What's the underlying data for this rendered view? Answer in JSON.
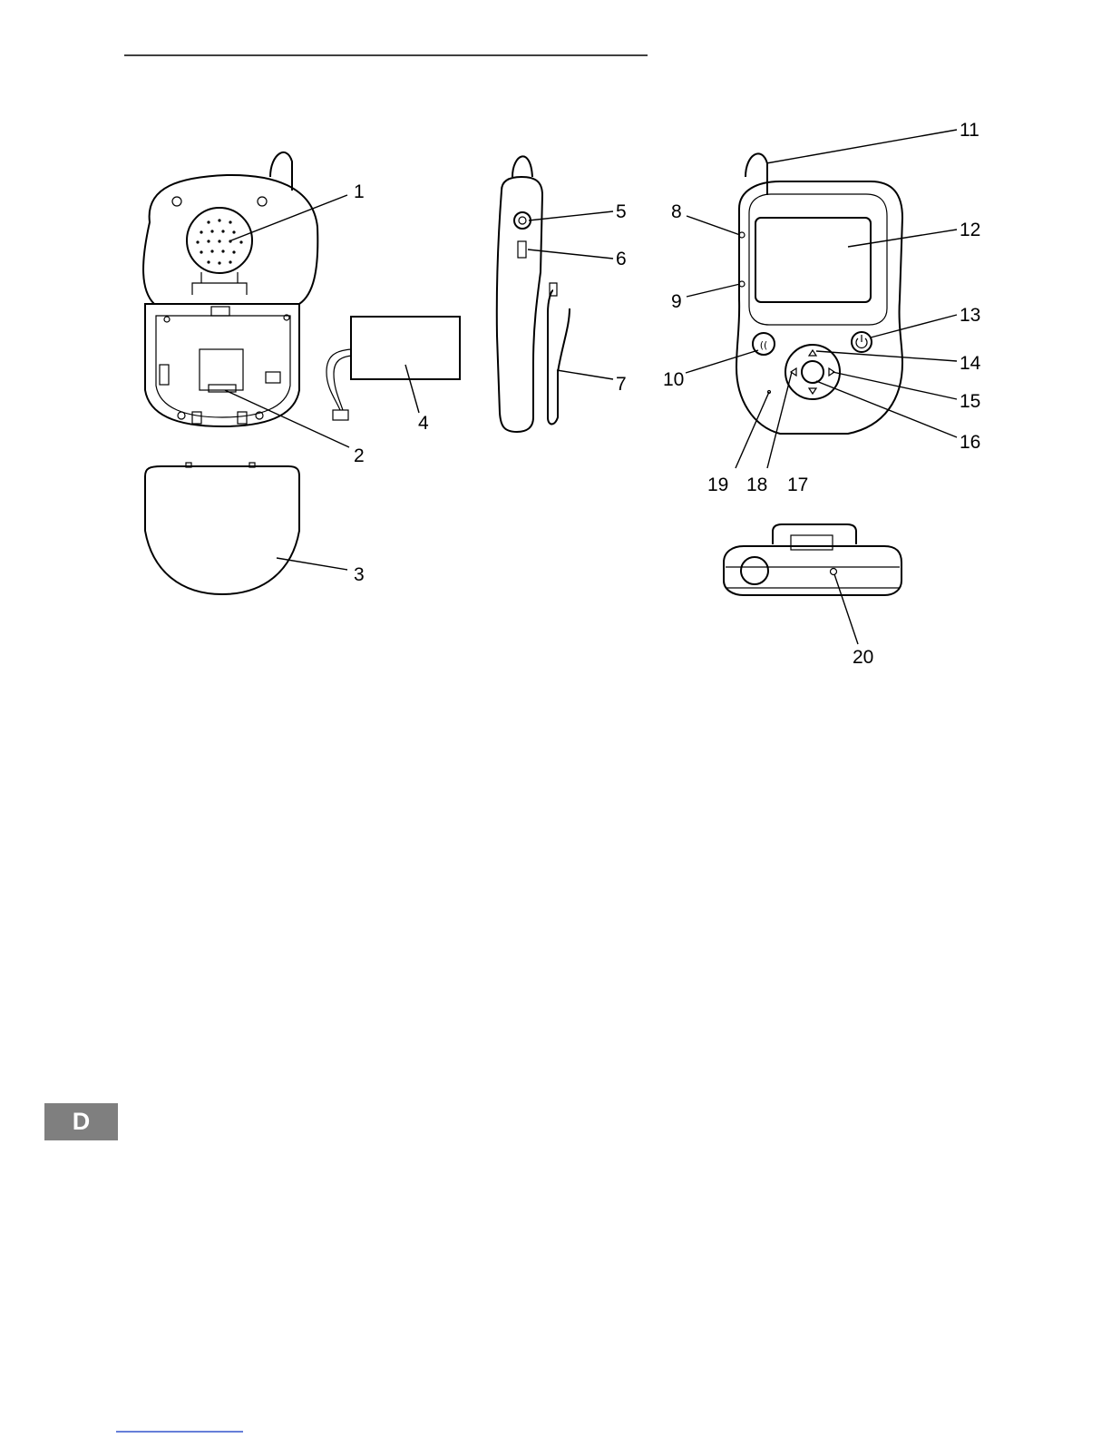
{
  "callouts": [
    "1",
    "2",
    "3",
    "4",
    "5",
    "6",
    "7",
    "8",
    "9",
    "10",
    "11",
    "12",
    "13",
    "14",
    "15",
    "16",
    "17",
    "18",
    "19",
    "20"
  ],
  "language_badge": "D",
  "colors": {
    "badge_bg": "#7f7f7f",
    "line": "#000000"
  }
}
